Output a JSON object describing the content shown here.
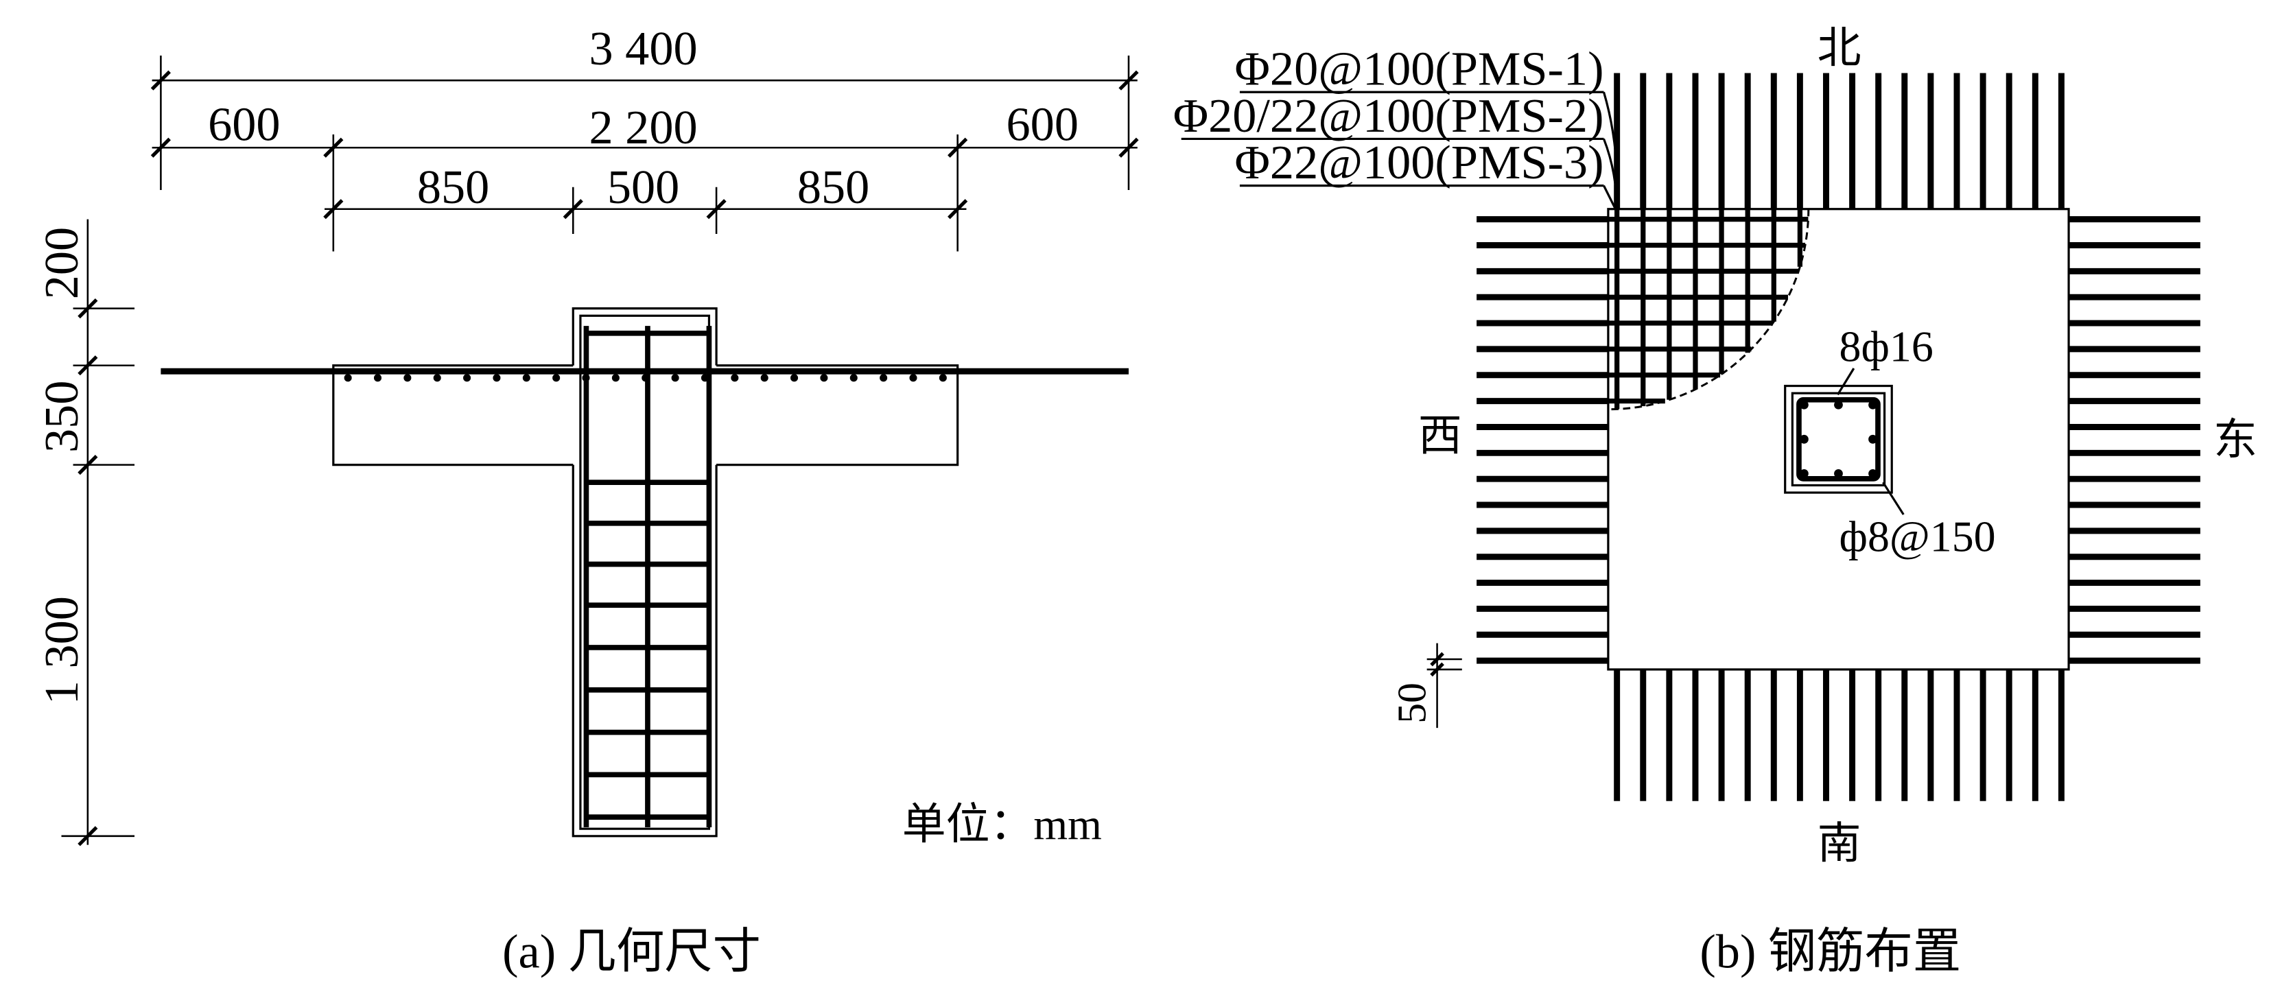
{
  "figure_a": {
    "dimensions": {
      "overall": "3 400",
      "left_overhang": "600",
      "slab_width": "2 200",
      "right_overhang": "600",
      "left_span": "850",
      "column_width": "500",
      "right_span": "850",
      "stub_height": "200",
      "slab_thickness": "350",
      "column_height": "1 300"
    },
    "unit_label": "单位：mm",
    "caption": "(a) 几何尺寸"
  },
  "figure_b": {
    "rebar_labels": [
      "Φ20@100(PMS-1)",
      "Φ20/22@100(PMS-2)",
      "Φ22@100(PMS-3)"
    ],
    "directions": {
      "north": "北",
      "west": "西",
      "east": "东",
      "south": "南"
    },
    "column_longitudinal_bars": "8ф16",
    "column_stirrups": "ф8@150",
    "edge_distance": "50",
    "caption": "(b) 钢筋布置"
  }
}
